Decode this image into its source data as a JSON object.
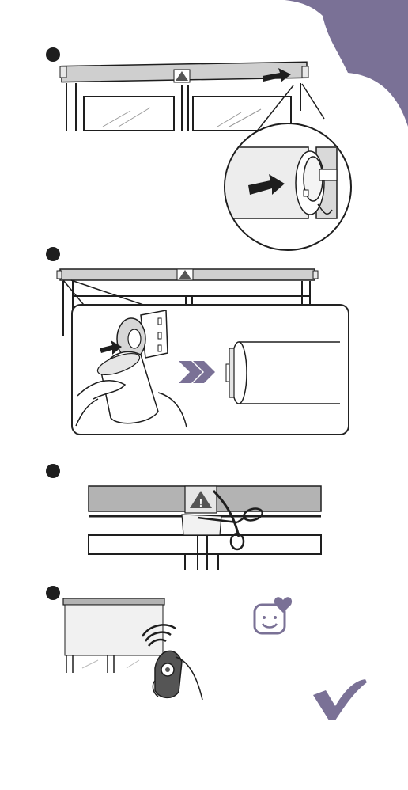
{
  "colors": {
    "accent": "#7a7196",
    "ink": "#1e1e1e",
    "rail_fill": "#cfcfcf",
    "panel_fill": "#b3b3b3",
    "shade_fill": "#f1f1f1"
  },
  "steps": [
    {
      "number": "",
      "icon": "filled-step-dot"
    },
    {
      "number": "",
      "icon": "filled-step-dot"
    },
    {
      "number": "",
      "icon": "filled-step-dot"
    },
    {
      "number": "",
      "icon": "filled-step-dot"
    }
  ],
  "warning_sign": "!",
  "icons": [
    "warning-triangle-icon",
    "push-arrow-icon",
    "double-chevron-icon",
    "scissors-icon",
    "remote-control-icon",
    "signal-waves-icon",
    "happy-face-heart-icon",
    "checkmark-icon"
  ]
}
